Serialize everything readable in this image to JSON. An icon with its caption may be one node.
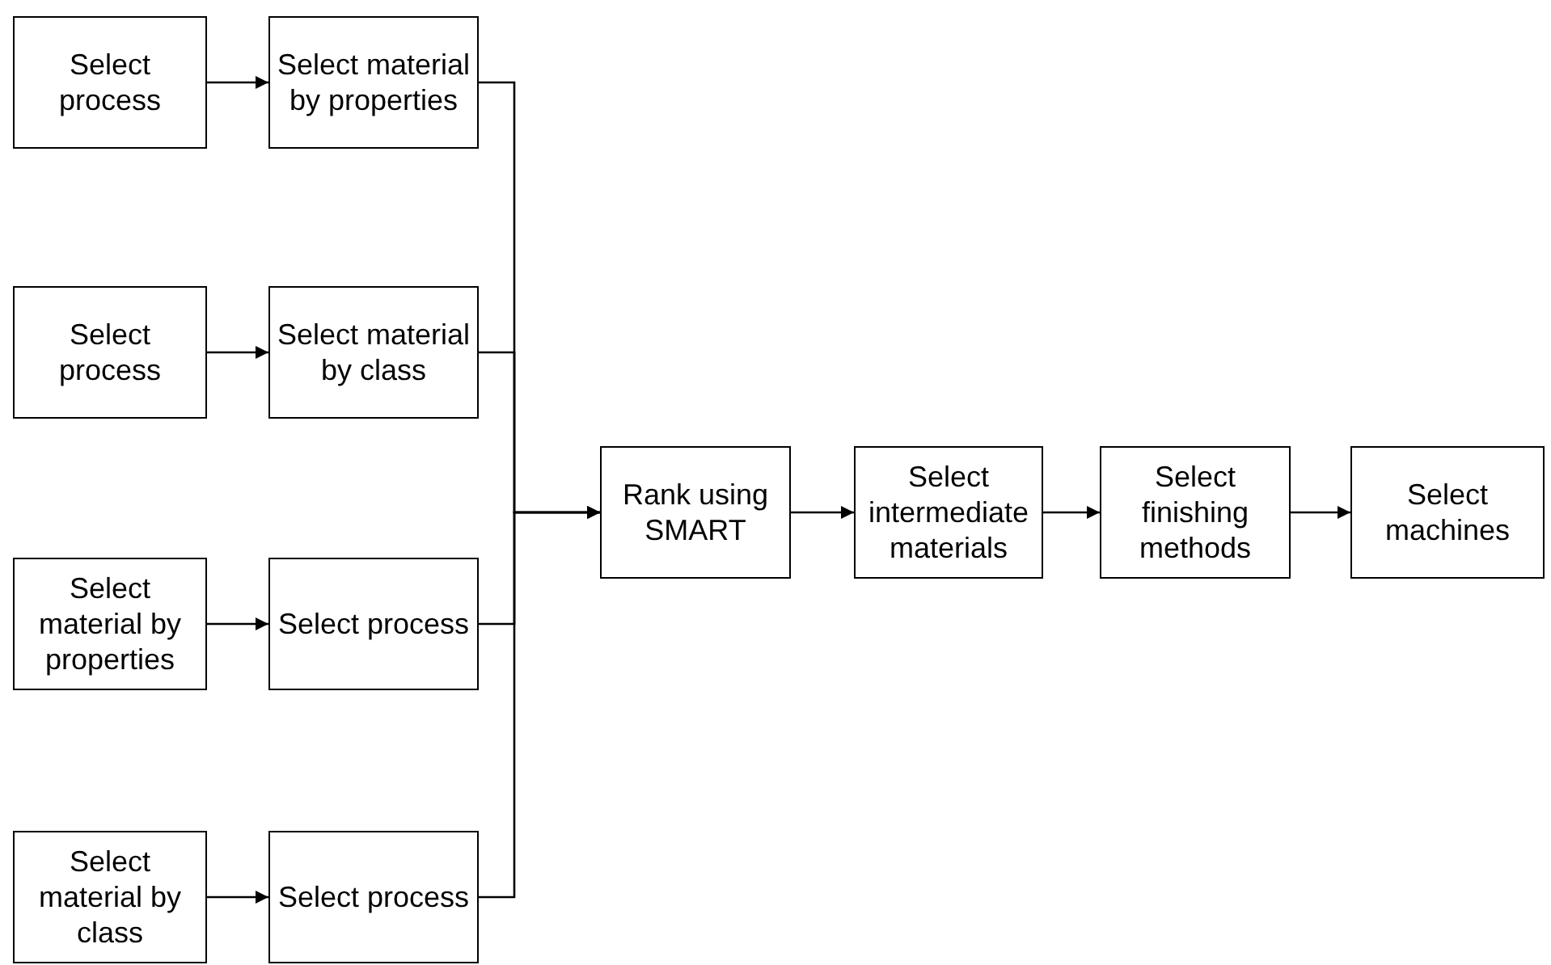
{
  "diagram": {
    "nodes": [
      {
        "text": [
          "Select process"
        ]
      },
      {
        "text": [
          "Select material by properties"
        ]
      },
      {
        "text": [
          "Select process"
        ]
      },
      {
        "text": [
          "Select material by class"
        ]
      },
      {
        "text": [
          "Select material by properties"
        ]
      },
      {
        "text": [
          "Select process"
        ]
      },
      {
        "text": [
          "Select material by class"
        ]
      },
      {
        "text": [
          "Select process"
        ]
      },
      {
        "text": [
          "Rank using SMART"
        ]
      },
      {
        "text": [
          "Select intermediate materials"
        ]
      },
      {
        "text": [
          "Select finishing methods"
        ]
      },
      {
        "text": [
          "Select machines"
        ]
      }
    ],
    "edges": [
      {
        "from": 0,
        "to": 1,
        "arrow": "to"
      },
      {
        "from": 2,
        "to": 3,
        "arrow": "to"
      },
      {
        "from": 4,
        "to": 5,
        "arrow": "to"
      },
      {
        "from": 6,
        "to": 7,
        "arrow": "to"
      },
      {
        "from": 1,
        "to": 8,
        "arrow": "to"
      },
      {
        "from": 3,
        "to": 8,
        "arrow": "to"
      },
      {
        "from": 5,
        "to": 8,
        "arrow": "to"
      },
      {
        "from": 7,
        "to": 8,
        "arrow": "to"
      },
      {
        "from": 8,
        "to": 9,
        "arrow": "to"
      },
      {
        "from": 9,
        "to": 10,
        "arrow": "to"
      },
      {
        "from": 10,
        "to": 11,
        "arrow": "to"
      }
    ]
  }
}
